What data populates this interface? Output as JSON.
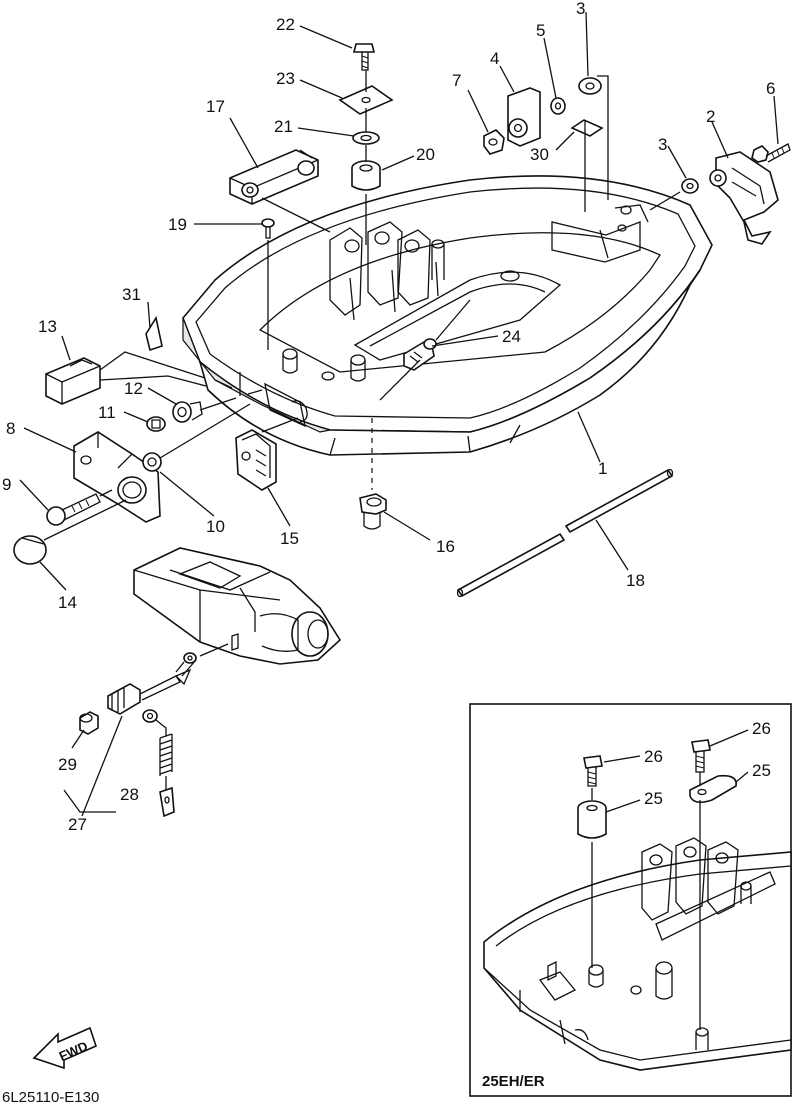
{
  "diagram": {
    "part_labels": {
      "p1": "1",
      "p2": "2",
      "p3a": "3",
      "p3b": "3",
      "p4": "4",
      "p5": "5",
      "p6": "6",
      "p7": "7",
      "p8": "8",
      "p9": "9",
      "p10": "10",
      "p11": "11",
      "p12": "12",
      "p13": "13",
      "p14": "14",
      "p15": "15",
      "p16": "16",
      "p17": "17",
      "p18": "18",
      "p19": "19",
      "p20": "20",
      "p21": "21",
      "p22": "22",
      "p23": "23",
      "p24": "24",
      "p27": "27",
      "p28": "28",
      "p29": "29",
      "p30": "30",
      "p31": "31"
    },
    "inset": {
      "title": "25EH/ER",
      "labels": {
        "p25a": "25",
        "p25b": "25",
        "p26a": "26",
        "p26b": "26"
      }
    },
    "fwd_arrow": "FWD",
    "drawing_code": "6L25110-E130"
  }
}
